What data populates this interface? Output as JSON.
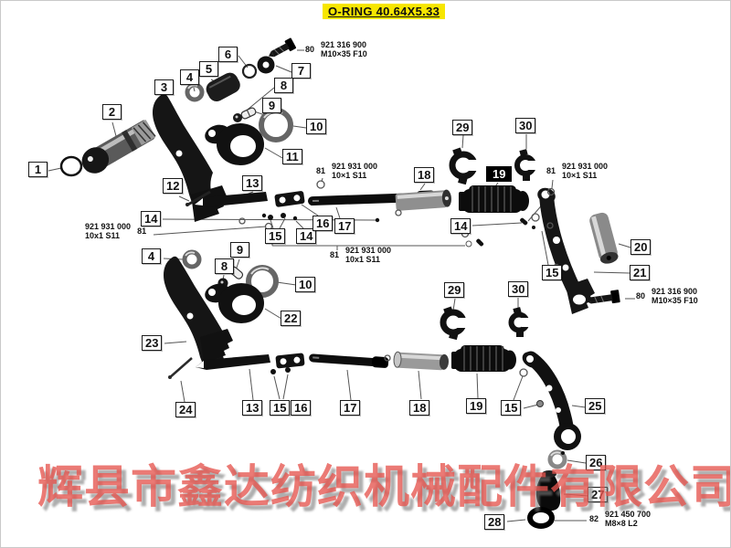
{
  "title": "O-RING 40.64X5.33",
  "watermark": "辉县市鑫达纺织机械配件有限公司",
  "colors": {
    "highlight_yellow": "#f7e600",
    "watermark_red": "#e6544e",
    "ink": "#111111",
    "inverted_callout_bg": "#000000"
  },
  "callouts": {
    "n1": "1",
    "n2": "2",
    "n3": "3",
    "n4u": "4",
    "n5": "5",
    "n6": "6",
    "n7": "7",
    "n8u": "8",
    "n9u": "9",
    "n10u": "10",
    "n11": "11",
    "n12": "12",
    "n13u": "13",
    "n14a": "14",
    "n15a": "15",
    "n14b": "14",
    "n16u": "16",
    "n17u": "17",
    "n18u": "18",
    "n19u": "19",
    "n29u": "29",
    "n30u": "30",
    "n14c": "14",
    "n20": "20",
    "n21": "21",
    "n15b": "15",
    "n4l": "4",
    "n8l": "8",
    "n9l": "9",
    "n10l": "10",
    "n22": "22",
    "n23": "23",
    "n24": "24",
    "n13l": "13",
    "n15l": "15",
    "n16l": "16",
    "n17l": "17",
    "n18l": "18",
    "n19l": "19",
    "n15c": "15",
    "n25": "25",
    "n26": "26",
    "n27": "27",
    "n28": "28",
    "n29l": "29",
    "n30l": "30"
  },
  "annotations": {
    "a80top": {
      "ref": "80",
      "line1": "921 316 900",
      "line2": "M10×35 F10"
    },
    "a81mid": {
      "ref": "81",
      "line1": "921 931 000",
      "line2": "10×1 S11"
    },
    "a81right": {
      "ref": "81",
      "line1": "921 931 000",
      "line2": "10×1 S11"
    },
    "a81left": {
      "ref": "81",
      "line1": "921 931 000",
      "line2": "10x1 S11"
    },
    "a81center": {
      "ref": "81",
      "line1": "921 931 000",
      "line2": "10x1 S11"
    },
    "a80bottom": {
      "ref": "80",
      "line1": "921 316 900",
      "line2": "M10×35 F10"
    },
    "a82": {
      "ref": "82",
      "line1": "921 450 700",
      "line2": "M8×8 L2"
    }
  }
}
